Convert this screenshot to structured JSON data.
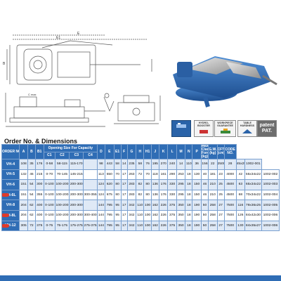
{
  "section_title": "Order No. & Dimensions",
  "drawing_labels": {
    "e": "E",
    "e1": "E1",
    "b": "B",
    "c_max": "C max"
  },
  "badges": [
    {
      "name": "hydro-booster",
      "label": "HYDRO-\nBOOSTER",
      "style": "plain"
    },
    {
      "name": "workpiece-guarantee",
      "label": "WORKPIECE\nGUARANTEE",
      "style": "plain"
    },
    {
      "name": "table-hardness",
      "label": "TABLE\nHARDNESS",
      "style": "plain"
    },
    {
      "name": "patent",
      "label": "patent\nPAT.",
      "style": "patent"
    }
  ],
  "colors": {
    "header_blue": "#2f6db5",
    "row_alt": "#dfe9f6",
    "new_badge": "#e03a2a"
  },
  "table": {
    "headers": {
      "order_no": "ORDER NO.",
      "a": "A",
      "b": "B",
      "b1": "B1",
      "opening": "Opening Size For Capacity",
      "c1": "C1",
      "c2": "C2",
      "c3": "C3",
      "c4": "C4",
      "d": "D",
      "e": "E",
      "e1": "E1",
      "f": "F",
      "g": "G",
      "h": "H",
      "h1": "H1",
      "j": "J",
      "k": "K",
      "l": "L",
      "m": "M",
      "n": "N",
      "p": "P",
      "clamp": "Max. Clamp Force (kg)",
      "gw": "G.W. (kg)",
      "cft": "CFT (cm)",
      "code": "CODE NO."
    },
    "rows": [
      {
        "new": false,
        "cells": [
          "VH-4",
          "108",
          "35",
          "176",
          "0-58",
          "58-115",
          "115-170",
          "",
          "98",
          "443",
          "58",
          "14",
          "235",
          "58",
          "76",
          "195",
          "270",
          "240",
          "14",
          "110",
          "36",
          "156",
          "22",
          "2500",
          "28",
          "45x25x18",
          "1002-001"
        ]
      },
      {
        "new": false,
        "cells": [
          "VH-5",
          "132",
          "45",
          "215",
          "0-70",
          "70-145",
          "145-215",
          "",
          "113",
          "550",
          "70",
          "17",
          "263",
          "72",
          "70",
          "118",
          "161",
          "290",
          "253",
          "18",
          "130",
          "40",
          "181",
          "23",
          "4000",
          "42",
          "55x34x22",
          "1002-002"
        ]
      },
      {
        "new": false,
        "cells": [
          "VH-6",
          "151",
          "54",
          "300",
          "0-100",
          "100-200",
          "200-300",
          "",
          "124",
          "620",
          "80",
          "17",
          "283",
          "82",
          "80",
          "136",
          "176",
          "330",
          "295",
          "18",
          "150",
          "46",
          "210",
          "25",
          "4500",
          "63",
          "65x34x22",
          "1002-003"
        ]
      },
      {
        "new": true,
        "cells": [
          "VH-6L",
          "151",
          "54",
          "355",
          "0-100",
          "100-200",
          "200-300",
          "300-355",
          "124",
          "675",
          "80",
          "17",
          "283",
          "82",
          "80",
          "136",
          "176",
          "330",
          "295",
          "18",
          "150",
          "46",
          "210",
          "25",
          "4500",
          "68",
          "70x34x22",
          "1002-004"
        ]
      },
      {
        "new": false,
        "cells": [
          "VH-8",
          "204",
          "62",
          "400",
          "0-100",
          "100-200",
          "200-300",
          "",
          "144",
          "795",
          "95",
          "17",
          "342",
          "110",
          "100",
          "162",
          "226",
          "375",
          "350",
          "18",
          "190",
          "50",
          "258",
          "27",
          "7500",
          "116",
          "79x36x25",
          "1002-005"
        ]
      },
      {
        "new": true,
        "cells": [
          "VH-8L",
          "204",
          "62",
          "400",
          "0-100",
          "100-200",
          "200-300",
          "300-400",
          "144",
          "795",
          "95",
          "17",
          "342",
          "110",
          "100",
          "162",
          "226",
          "375",
          "350",
          "18",
          "190",
          "50",
          "258",
          "27",
          "7500",
          "126",
          "84x42x30",
          "1002-006"
        ]
      },
      {
        "new": true,
        "cells": [
          "VH-12",
          "305",
          "72",
          "375",
          "0-75",
          "75-175",
          "175-275",
          "275-375",
          "144",
          "795",
          "95",
          "17",
          "342",
          "110",
          "100",
          "162",
          "226",
          "375",
          "350",
          "18",
          "190",
          "50",
          "258",
          "27",
          "7500",
          "130",
          "84x35x27",
          "1002-006"
        ]
      }
    ]
  }
}
